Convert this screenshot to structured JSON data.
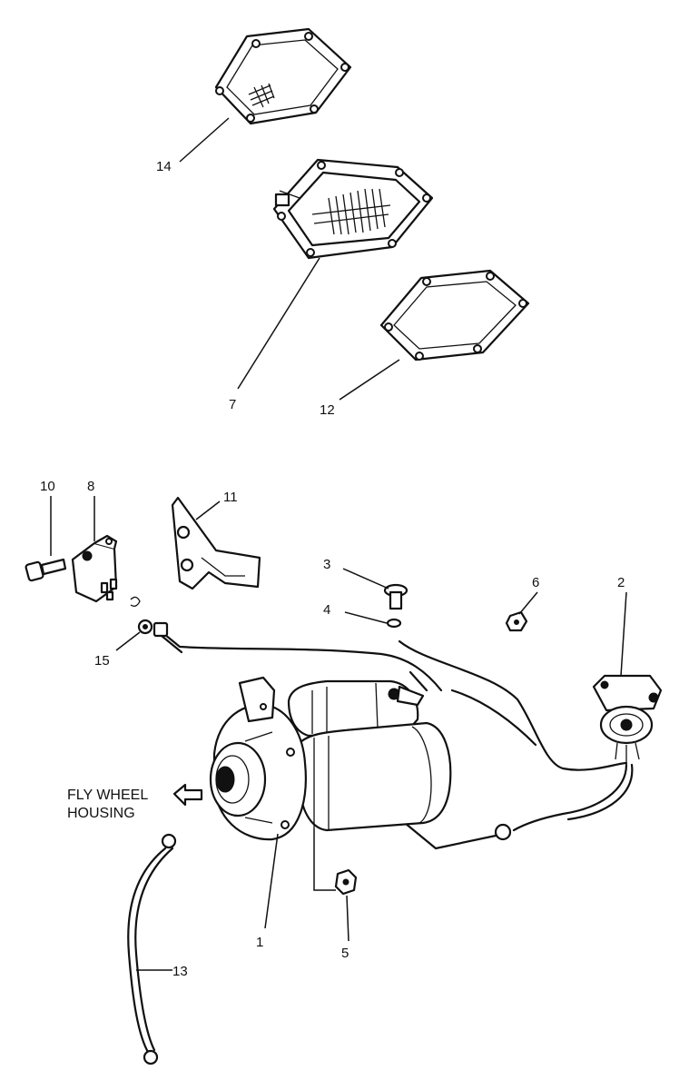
{
  "callouts": {
    "p1": "1",
    "p2": "2",
    "p3": "3",
    "p4": "4",
    "p5": "5",
    "p6": "6",
    "p7": "7",
    "p8": "8",
    "p10": "10",
    "p11": "11",
    "p12": "12",
    "p13": "13",
    "p14": "14",
    "p15": "15"
  },
  "note": {
    "line1": "FLY WHEEL",
    "line2": "HOUSING"
  },
  "icons": {
    "arrow": "arrow-left-icon"
  }
}
